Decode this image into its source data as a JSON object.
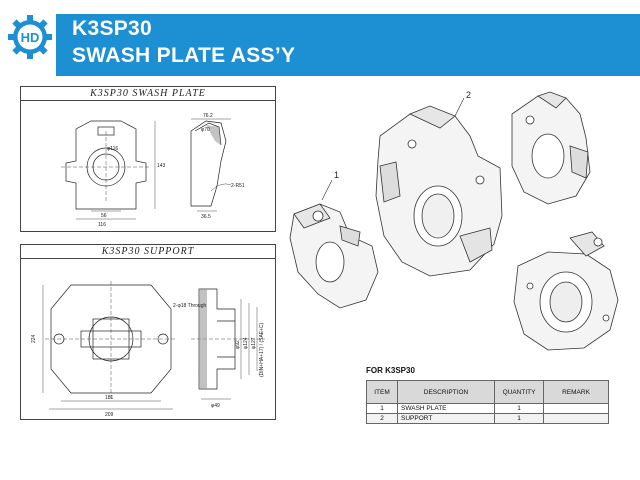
{
  "header": {
    "title_line1": "K3SP30",
    "title_line2": "SWASH PLATE ASS’Y",
    "colors": {
      "brand_blue": "#1d8fd3",
      "text": "#ffffff"
    },
    "logo_icon": "hd-gear-logo"
  },
  "swash_plate_drawing": {
    "title": "K3SP30 SWASH PLATE",
    "dims": {
      "width": "116",
      "hole": "φ116",
      "bottom": "56",
      "side": "76.2",
      "top": "φ70",
      "height": "143",
      "base": "36.5",
      "radius": "2-R51"
    }
  },
  "support_drawing": {
    "title": "K3SP30 SUPPORT",
    "dims": {
      "height": "224",
      "bottom1": "181",
      "bottom2": "209",
      "holes": "2-φ18 Through",
      "right1": "φ92",
      "right2": "φ124",
      "right3": "φ127",
      "right4": "(DIN+HA+17) / (SAE+C)",
      "base": "φ49"
    }
  },
  "exploded_view": {
    "callout_1": "1",
    "callout_2": "2"
  },
  "bom": {
    "label": "FOR K3SP30",
    "headers": [
      "ITEM",
      "DESCRIPTION",
      "QUANTITY",
      "REMARK"
    ],
    "rows": [
      {
        "item": "1",
        "description": "SWASH PLATE",
        "quantity": "1",
        "remark": ""
      },
      {
        "item": "2",
        "description": "SUPPORT",
        "quantity": "1",
        "remark": ""
      }
    ]
  }
}
